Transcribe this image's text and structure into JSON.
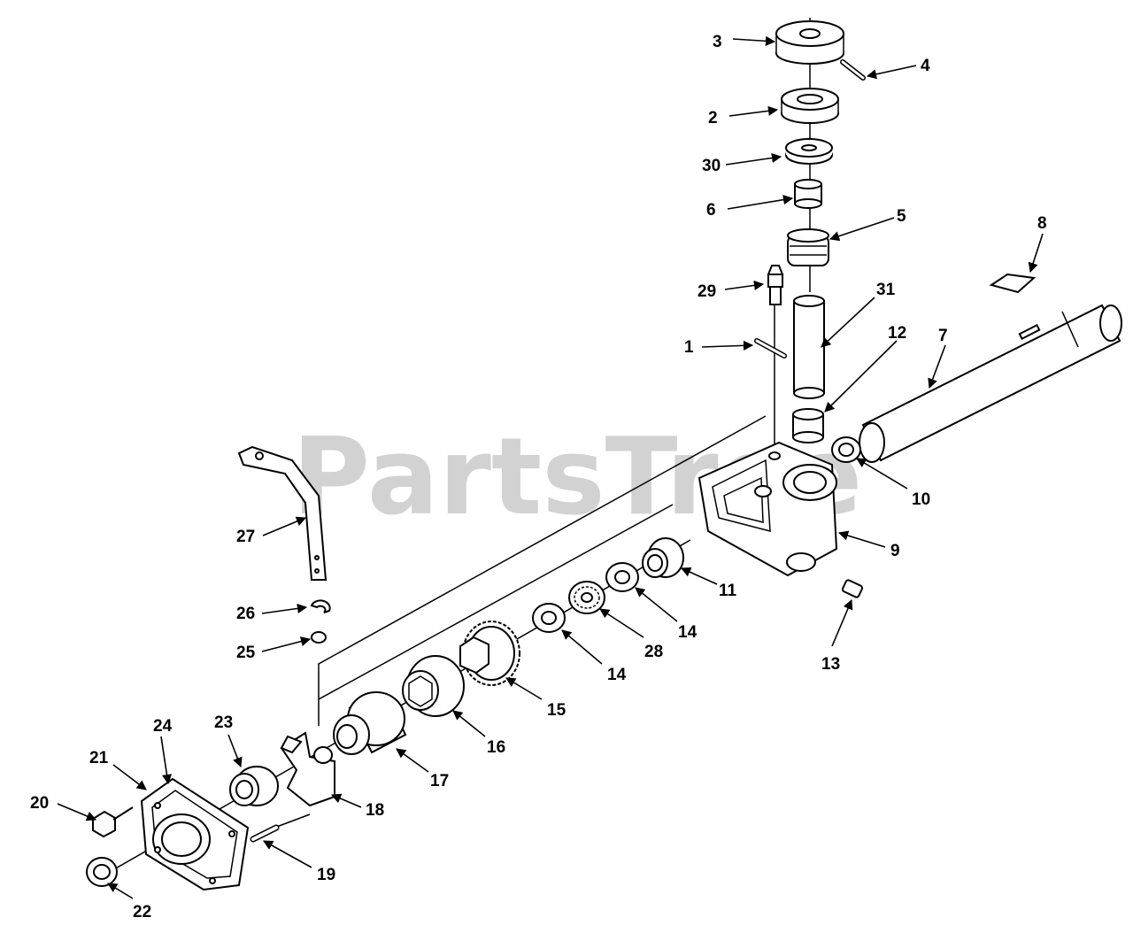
{
  "watermark": "PartsTree",
  "callouts": [
    {
      "label": "3"
    },
    {
      "label": "4"
    },
    {
      "label": "2"
    },
    {
      "label": "30"
    },
    {
      "label": "6"
    },
    {
      "label": "5"
    },
    {
      "label": "8"
    },
    {
      "label": "29"
    },
    {
      "label": "31"
    },
    {
      "label": "1"
    },
    {
      "label": "12"
    },
    {
      "label": "7"
    },
    {
      "label": "10"
    },
    {
      "label": "9"
    },
    {
      "label": "27"
    },
    {
      "label": "11"
    },
    {
      "label": "14"
    },
    {
      "label": "28"
    },
    {
      "label": "26"
    },
    {
      "label": "25"
    },
    {
      "label": "14"
    },
    {
      "label": "13"
    },
    {
      "label": "15"
    },
    {
      "label": "16"
    },
    {
      "label": "24"
    },
    {
      "label": "23"
    },
    {
      "label": "17"
    },
    {
      "label": "21"
    },
    {
      "label": "20"
    },
    {
      "label": "18"
    },
    {
      "label": "19"
    },
    {
      "label": "22"
    }
  ]
}
